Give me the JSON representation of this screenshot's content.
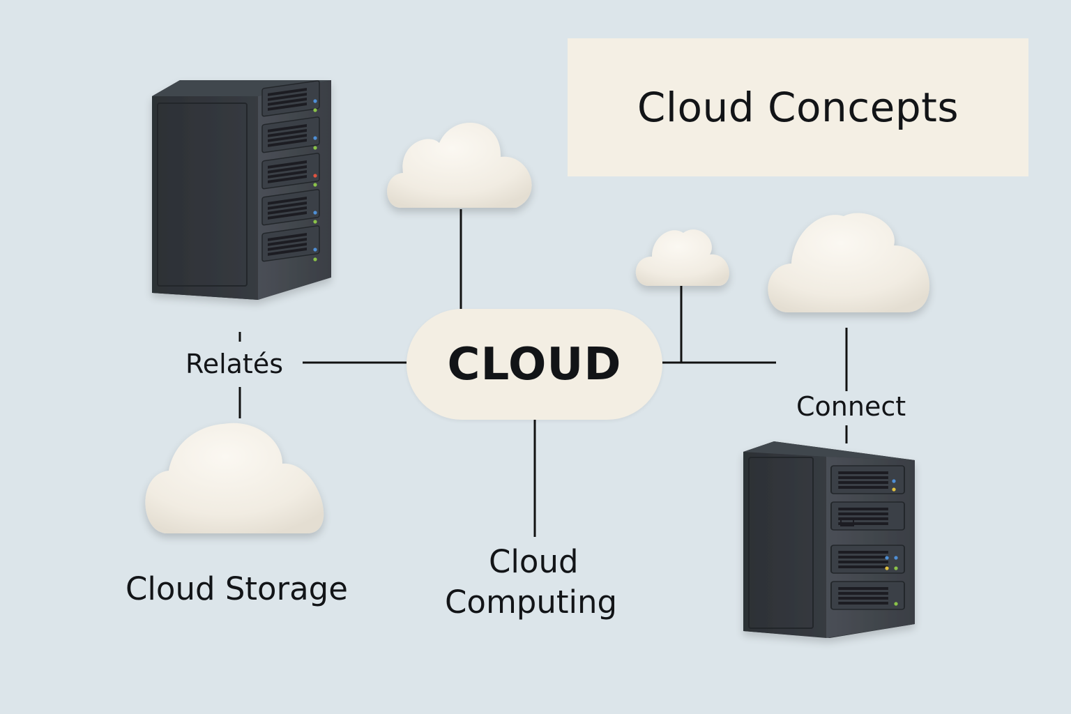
{
  "title": "Cloud Concepts",
  "center_node": "CLOUD",
  "labels": {
    "relates": "Relatés",
    "connect": "Connect",
    "cloud_storage": "Cloud Storage",
    "cloud_computing_line1": "Cloud",
    "cloud_computing_line2": "Computing"
  },
  "icons": [
    "server-tower-icon",
    "cloud-icon",
    "server-tower-icon"
  ],
  "colors": {
    "background": "#dce5ea",
    "title_box": "#f4efe4",
    "center_node": "#f3eee3",
    "cloud": "#f3efe6",
    "server": "#33373d",
    "line": "#111111",
    "text": "#121417"
  }
}
